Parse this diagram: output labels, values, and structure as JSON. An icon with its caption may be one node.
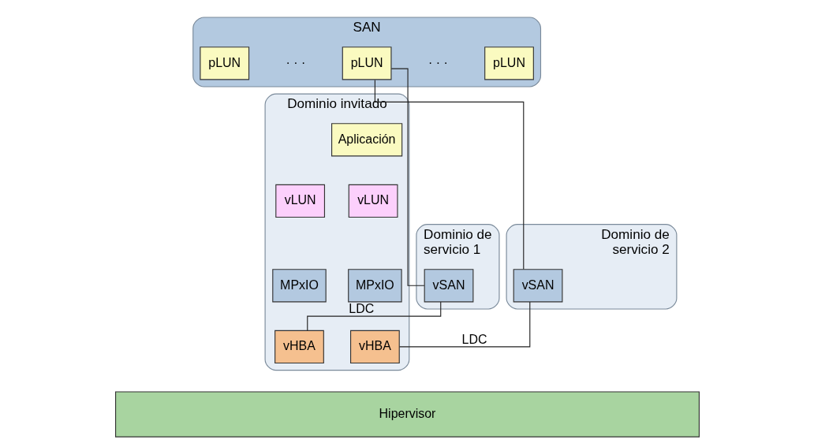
{
  "diagram": {
    "nodes": [
      {
        "text": [
          "SAN"
        ]
      },
      {
        "text": [
          "pLUN"
        ],
        "in": 0
      },
      {
        "text": [
          "pLUN"
        ],
        "in": 0
      },
      {
        "text": [
          "pLUN"
        ],
        "in": 0
      },
      {
        "text": [
          "Dominio de servicio 1"
        ]
      },
      {
        "text": [
          "vSAN"
        ],
        "in": 4
      },
      {
        "text": [
          "Dominio invitado"
        ]
      },
      {
        "text": [
          "Aplicación"
        ],
        "in": 6
      },
      {
        "text": [
          "vLUN"
        ],
        "in": 6
      },
      {
        "text": [
          "MPxIO"
        ],
        "in": 6
      },
      {
        "text": [
          "vHBA"
        ],
        "in": 6
      },
      {
        "text": [
          "vLUN"
        ],
        "in": 6
      },
      {
        "text": [
          "MPxIO"
        ],
        "in": 6
      },
      {
        "text": [
          "vHBA"
        ],
        "in": 6
      },
      {
        "text": [
          "Dominio de servicio 2"
        ]
      },
      {
        "text": [
          "vSAN"
        ],
        "in": 14
      },
      {
        "text": [
          "Hipervisor"
        ]
      }
    ],
    "edges": [
      {
        "from": 2,
        "to": 5,
        "arrow": "none"
      },
      {
        "from": 5,
        "to": 10,
        "arrow": "none",
        "label": "LDC"
      },
      {
        "from": 2,
        "to": 15,
        "arrow": "none"
      },
      {
        "from": 15,
        "to": 13,
        "arrow": "none",
        "label": "LDC"
      }
    ],
    "labels": [
      "· · ·",
      "· · ·"
    ]
  }
}
